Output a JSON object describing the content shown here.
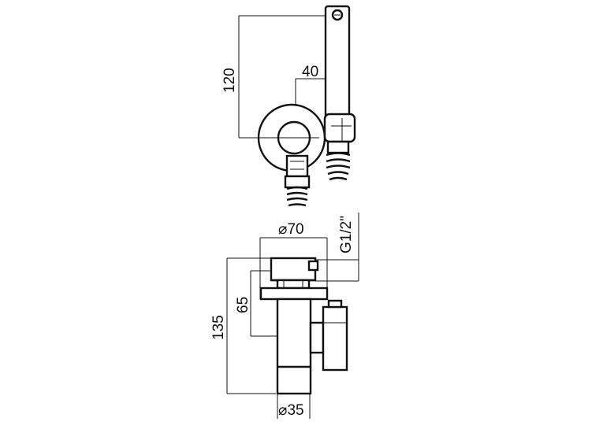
{
  "dimensions": {
    "height_handshower": "120",
    "offset_handshower": "40",
    "diameter_rosette": "⌀70",
    "thread_size": "G1/2\"",
    "height_valve": "65",
    "height_total": "135",
    "diameter_body": "⌀35"
  }
}
